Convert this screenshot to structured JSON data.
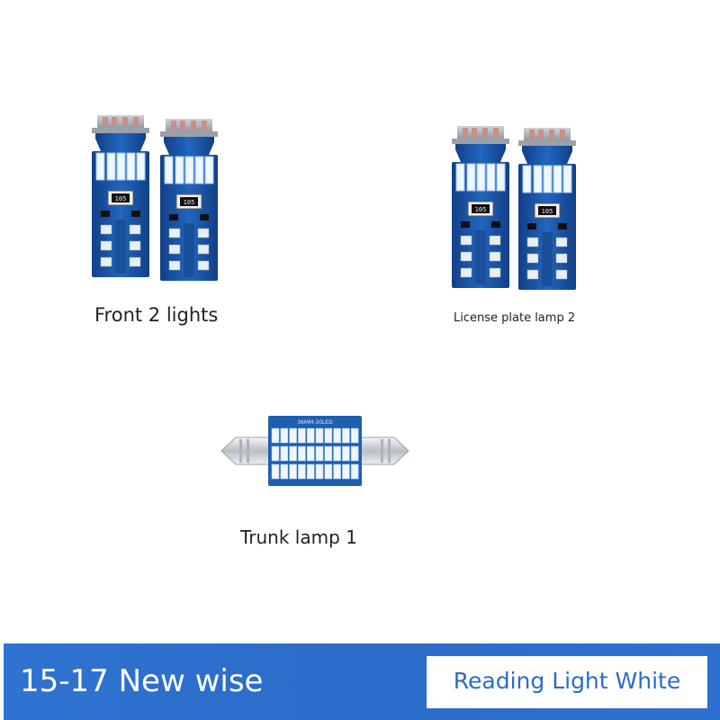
{
  "products": {
    "front": {
      "caption": "Front 2 lights",
      "chip_marks": [
        "105",
        "105"
      ]
    },
    "license_plate": {
      "caption": "License plate lamp 2",
      "chip_marks": [
        "105",
        "105"
      ]
    },
    "trunk": {
      "caption": "Trunk lamp 1",
      "size_mark": "36MM-30LED"
    }
  },
  "banner": {
    "title": "15-17 New wise",
    "badge": "Reading Light White"
  },
  "colors": {
    "pcb_blue": "#1f5fb0",
    "banner_blue": "#2b6cc8",
    "led_white": "#eef7ff"
  }
}
